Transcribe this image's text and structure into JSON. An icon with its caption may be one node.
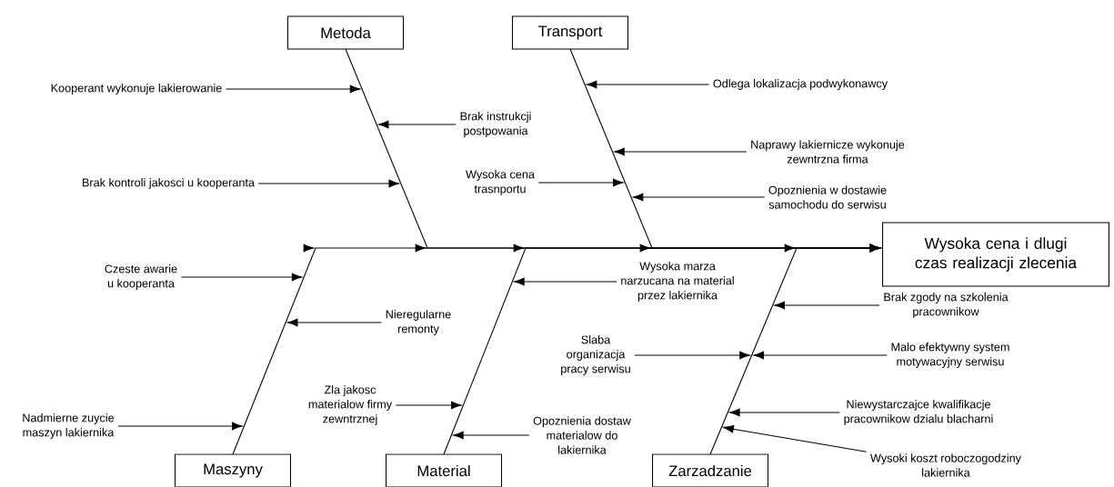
{
  "diagram": {
    "nodes": [
      {
        "text": [
          "Metoda"
        ]
      },
      {
        "text": [
          "Transport"
        ]
      },
      {
        "text": [
          "Wysoka cena i dlugi czas realizacji zlecenia"
        ]
      },
      {
        "text": [
          "Maszyny"
        ]
      },
      {
        "text": [
          "Material"
        ]
      },
      {
        "text": [
          "Zarzadzanie"
        ]
      },
      {
        "text": [
          "Kooperant wykonuje lakierowanie"
        ]
      },
      {
        "text": [
          "Brak instrukcji postpowania"
        ]
      },
      {
        "text": [
          "Brak kontroli jakosci u kooperanta"
        ]
      },
      {
        "text": [
          "Wysoka cena trasnportu"
        ]
      },
      {
        "text": [
          "Odlega lokalizacja podwykonawcy"
        ]
      },
      {
        "text": [
          "Naprawy lakiernicze wykonuje zewntrzna firma"
        ]
      },
      {
        "text": [
          "Opoznienia w dostawie samochodu do serwisu"
        ]
      },
      {
        "text": [
          "Czeste awarie u kooperanta"
        ]
      },
      {
        "text": [
          "Nieregularne remonty"
        ]
      },
      {
        "text": [
          "Zla jakosc materialow firmy zewntrznej"
        ]
      },
      {
        "text": [
          "Nadmierne zuycie maszyn lakiernika"
        ]
      },
      {
        "text": [
          "Wysoka marza narzucana na material przez lakiernika"
        ]
      },
      {
        "text": [
          "Opoznienia dostaw materialow do lakiernika"
        ]
      },
      {
        "text": [
          "Slaba organizacja pracy serwisu"
        ]
      },
      {
        "text": [
          "Brak zgody na szkolenia pracownikow"
        ]
      },
      {
        "text": [
          "Malo efektywny system motywacyjny serwisu"
        ]
      },
      {
        "text": [
          "Niewystarczajce kwalifikacje pracownikow dzialu blacharni"
        ]
      },
      {
        "text": [
          "Wysoki koszt roboczogodziny lakiernika"
        ]
      }
    ],
    "edges": [
      {
        "from": 0,
        "to": 2,
        "arrow": "to"
      },
      {
        "from": 1,
        "to": 2,
        "arrow": "to"
      },
      {
        "from": 3,
        "to": 2,
        "arrow": "to"
      },
      {
        "from": 4,
        "to": 2,
        "arrow": "to"
      },
      {
        "from": 5,
        "to": 2,
        "arrow": "to"
      },
      {
        "from": 6,
        "to": null,
        "arrow": "to"
      },
      {
        "from": 7,
        "to": null,
        "arrow": "to"
      },
      {
        "from": 8,
        "to": null,
        "arrow": "to"
      },
      {
        "from": 9,
        "to": null,
        "arrow": "to"
      },
      {
        "from": 10,
        "to": null,
        "arrow": "to"
      },
      {
        "from": 11,
        "to": null,
        "arrow": "to"
      },
      {
        "from": 12,
        "to": null,
        "arrow": "to"
      },
      {
        "from": 13,
        "to": null,
        "arrow": "to"
      },
      {
        "from": 14,
        "to": null,
        "arrow": "to"
      },
      {
        "from": 15,
        "to": null,
        "arrow": "to"
      },
      {
        "from": 16,
        "to": null,
        "arrow": "to"
      },
      {
        "from": 17,
        "to": null,
        "arrow": "to"
      },
      {
        "from": 18,
        "to": null,
        "arrow": "to"
      },
      {
        "from": 19,
        "to": null,
        "arrow": "to"
      },
      {
        "from": 20,
        "to": null,
        "arrow": "to"
      },
      {
        "from": 21,
        "to": null,
        "arrow": "to"
      },
      {
        "from": 22,
        "to": null,
        "arrow": "to"
      },
      {
        "from": 23,
        "to": null,
        "arrow": "to"
      }
    ]
  }
}
